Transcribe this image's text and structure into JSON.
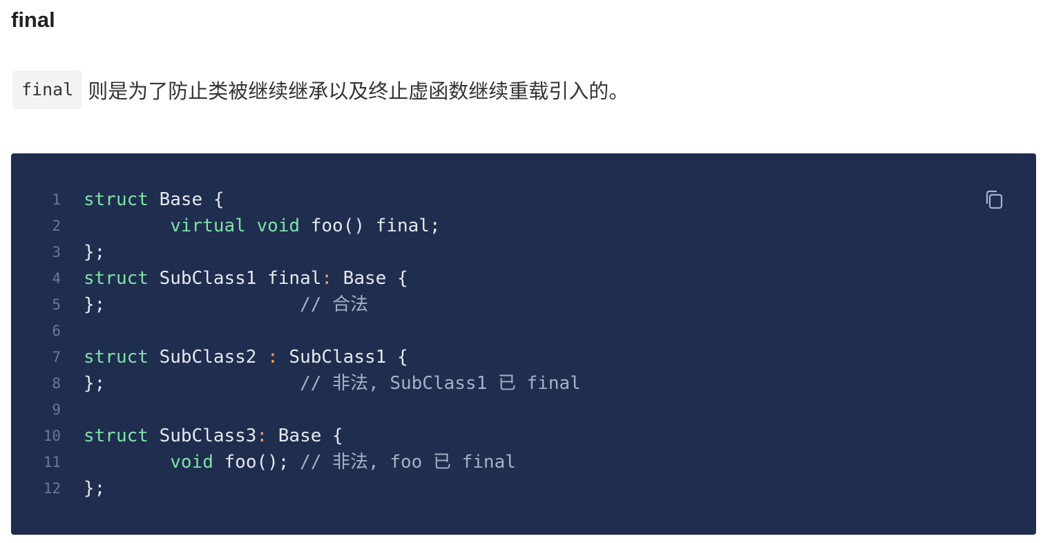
{
  "heading": "final",
  "paragraph": {
    "code": "final",
    "text": "则是为了防止类被继续继承以及终止虚函数继续重载引入的。"
  },
  "code_block": {
    "copy_icon": "copy-icon",
    "colors": {
      "background": "#1f2d4e",
      "keyword": "#7ee2a8",
      "operator": "#f5a05a",
      "comment": "#a8b1c4",
      "plain": "#e6e9ef",
      "line_number": "#6b7a96"
    },
    "lines": [
      {
        "num": "1",
        "tokens": [
          {
            "t": "kw",
            "v": "struct"
          },
          {
            "t": "pl",
            "v": " Base {"
          }
        ]
      },
      {
        "num": "2",
        "tokens": [
          {
            "t": "pl",
            "v": "        "
          },
          {
            "t": "kw",
            "v": "virtual"
          },
          {
            "t": "pl",
            "v": " "
          },
          {
            "t": "kw",
            "v": "void"
          },
          {
            "t": "pl",
            "v": " foo() final;"
          }
        ]
      },
      {
        "num": "3",
        "tokens": [
          {
            "t": "pl",
            "v": "};"
          }
        ]
      },
      {
        "num": "4",
        "tokens": [
          {
            "t": "kw",
            "v": "struct"
          },
          {
            "t": "pl",
            "v": " SubClass1 final"
          },
          {
            "t": "op",
            "v": ":"
          },
          {
            "t": "pl",
            "v": " Base {"
          }
        ]
      },
      {
        "num": "5",
        "tokens": [
          {
            "t": "pl",
            "v": "};                  "
          },
          {
            "t": "cm",
            "v": "// 合法"
          }
        ]
      },
      {
        "num": "6",
        "tokens": []
      },
      {
        "num": "7",
        "tokens": [
          {
            "t": "kw",
            "v": "struct"
          },
          {
            "t": "pl",
            "v": " SubClass2 "
          },
          {
            "t": "op",
            "v": ":"
          },
          {
            "t": "pl",
            "v": " SubClass1 {"
          }
        ]
      },
      {
        "num": "8",
        "tokens": [
          {
            "t": "pl",
            "v": "};                  "
          },
          {
            "t": "cm",
            "v": "// 非法, SubClass1 已 final"
          }
        ]
      },
      {
        "num": "9",
        "tokens": []
      },
      {
        "num": "10",
        "tokens": [
          {
            "t": "kw",
            "v": "struct"
          },
          {
            "t": "pl",
            "v": " SubClass3"
          },
          {
            "t": "op",
            "v": ":"
          },
          {
            "t": "pl",
            "v": " Base {"
          }
        ]
      },
      {
        "num": "11",
        "tokens": [
          {
            "t": "pl",
            "v": "        "
          },
          {
            "t": "kw",
            "v": "void"
          },
          {
            "t": "pl",
            "v": " foo(); "
          },
          {
            "t": "cm",
            "v": "// 非法, foo 已 final"
          }
        ]
      },
      {
        "num": "12",
        "tokens": [
          {
            "t": "pl",
            "v": "};"
          }
        ]
      }
    ]
  }
}
